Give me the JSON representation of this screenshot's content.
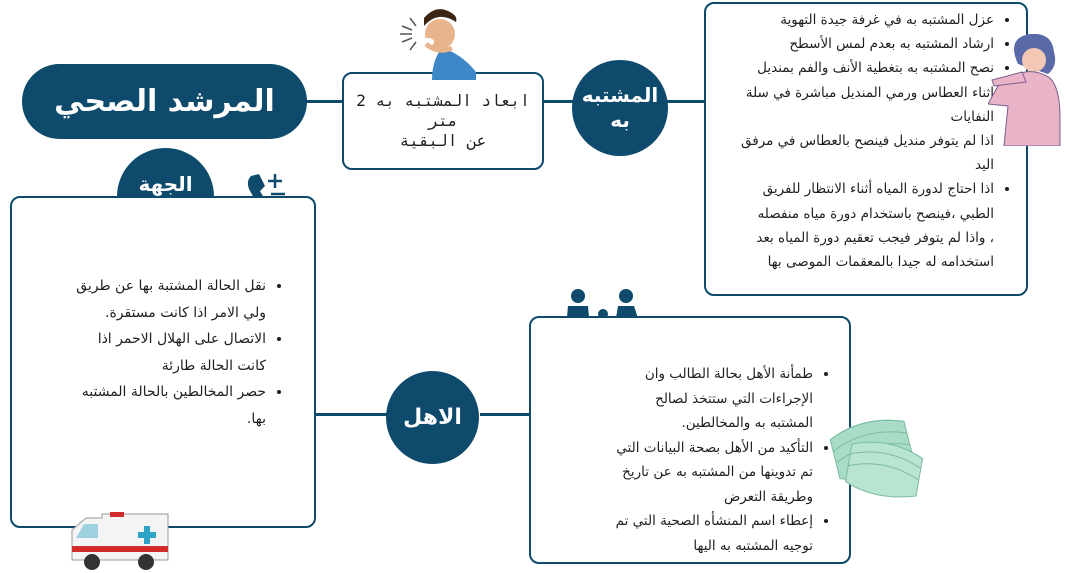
{
  "title": "المرشد الصحي",
  "center_text": "ابعاد المشتبه به 2 متر\nعن البقية",
  "suspect": {
    "label": "المشتبه به",
    "items": [
      "عزل المشتبه به في غرفة جيدة التهوية",
      "ارشاد المشتبه به بعدم لمس الأسطح",
      "نصح المشتبه به بتغطية الأنف والفم بمنديل اثناء العطاس ورمي المنديل مباشرة في سلة النفايات",
      "اذا لم يتوفر منديل فينصح بالعطاس في مرفق اليد",
      "اذا احتاج لدورة المياه أثناء الانتظار للفريق الطبي ،فينصح باستخدام دورة مياه منفصله ، واذا لم يتوفر فيجب تعقيم دورة المياه بعد استخدامه له جيدا بالمعقمات الموصى بها"
    ]
  },
  "health": {
    "label": "الجهة الصحية",
    "items": [
      "نقل الحالة المشتبة بها عن طريق ولي الامر اذا كانت مستقرة.",
      "الاتصال على الهلال الاحمر اذا كانت الحالة طارئة",
      "حصر المخالطين بالحالة المشتبه بها."
    ]
  },
  "parents": {
    "label": "الاهل",
    "items": [
      "طمأنة الأهل بحالة الطالب وان الإجراءات التي ستتخذ لصالح المشتبه به والمخالطين.",
      "التأكيد من الأهل بصحة البيانات التي تم تدوينها من المشتبه به عن تاريخ وطريقة التعرض",
      "إعطاء اسم المنشأه الصحية التي تم توجيه المشتبه به اليها"
    ]
  },
  "icons": [
    "sneezing-person-icon",
    "elbow-cough-person-icon",
    "phone-icon",
    "family-icon",
    "face-masks-icon",
    "ambulance-icon"
  ],
  "colors": {
    "navy": "#0d4a6b",
    "mask": "#a8dcc6"
  }
}
